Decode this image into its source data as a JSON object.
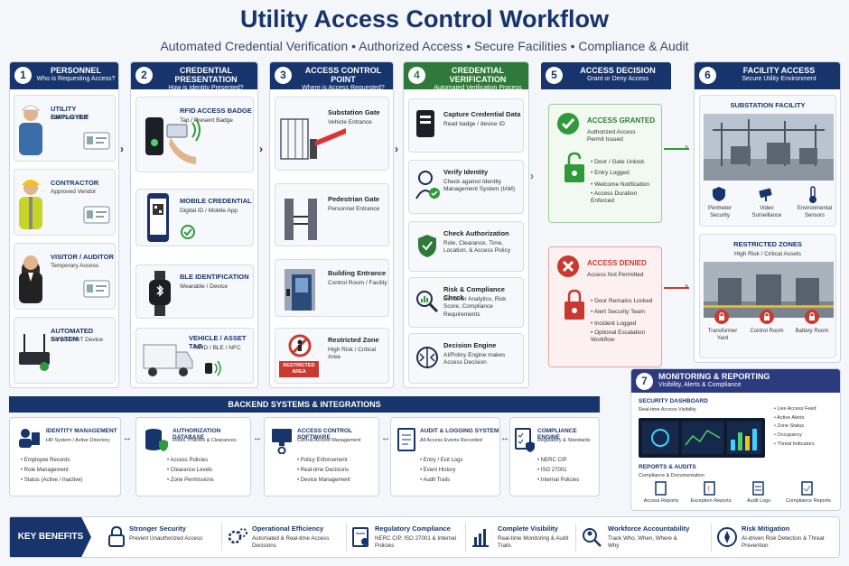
{
  "title": "Utility Access Control Workflow",
  "subtitle": "Automated Credential Verification • Authorized Access • Secure Facilities • Compliance & Audit",
  "cols": [
    {
      "num": "1",
      "title": "PERSONNEL",
      "sub": "Who is Requesting Access?"
    },
    {
      "num": "2",
      "title": "CREDENTIAL PRESENTATION",
      "sub": "How is Identity Presented?"
    },
    {
      "num": "3",
      "title": "ACCESS CONTROL POINT",
      "sub": "Where is Access Requested?"
    },
    {
      "num": "4",
      "title": "CREDENTIAL VERIFICATION",
      "sub": "Automated Verification Process"
    },
    {
      "num": "5",
      "title": "ACCESS DECISION",
      "sub": "Grant or Deny Access"
    },
    {
      "num": "6",
      "title": "FACILITY ACCESS",
      "sub": "Secure Utility Environment"
    }
  ],
  "personnel": [
    {
      "title": "UTILITY EMPLOYEE",
      "sub": "Full-Time Staff"
    },
    {
      "title": "CONTRACTOR",
      "sub": "Approved Vendor"
    },
    {
      "title": "VISITOR / AUDITOR",
      "sub": "Temporary Access"
    },
    {
      "title": "AUTOMATED SYSTEM",
      "sub": "Service / IoT Device"
    }
  ],
  "credentials": [
    {
      "title": "RFID ACCESS BADGE",
      "sub": "Tap / Present Badge"
    },
    {
      "title": "MOBILE CREDENTIAL",
      "sub": "Digital ID / Mobile App"
    },
    {
      "title": "BLE IDENTIFICATION",
      "sub": "Wearable / Device"
    },
    {
      "title": "VEHICLE / ASSET TAG",
      "sub": "RFID / BLE / NFC"
    }
  ],
  "points": [
    {
      "title": "Substation Gate",
      "sub": "Vehicle Entrance"
    },
    {
      "title": "Pedestrian Gate",
      "sub": "Personnel Entrance"
    },
    {
      "title": "Building Entrance",
      "sub": "Control Room / Facility"
    },
    {
      "title": "Restricted Zone",
      "sub": "High Risk / Critical Area",
      "badge": "RESTRICTED AREA"
    }
  ],
  "verify": [
    {
      "title": "Capture Credential Data",
      "sub": "Read badge / device ID"
    },
    {
      "title": "Verify Identity",
      "sub": "Check against Identity Management System (IAM)"
    },
    {
      "title": "Check Authorization",
      "sub": "Role, Clearance, Time, Location, & Access Policy"
    },
    {
      "title": "Risk & Compliance Check",
      "sub": "Behavior Analytics, Risk Score, Compliance Requirements"
    },
    {
      "title": "Decision Engine",
      "sub": "AI/Policy Engine makes Access Decision"
    }
  ],
  "granted": {
    "title": "ACCESS GRANTED",
    "sub": "Authorized Access Permit Issued",
    "items": [
      "Door / Gate Unlock",
      "Entry Logged",
      "Welcome Notification",
      "Access Duration Enforced"
    ]
  },
  "denied": {
    "title": "ACCESS DENIED",
    "sub": "Access Not Permitted",
    "items": [
      "Door Remains Locked",
      "Alert Security Team",
      "Incident Logged",
      "Optional Escalation Workflow"
    ]
  },
  "facility": {
    "substation": "SUBSTATION FACILITY",
    "sub_icons": [
      "Perimeter Security",
      "Video Surveillance",
      "Environmental Sensors"
    ],
    "restricted": "RESTRICTED ZONES",
    "restricted_sub": "High Risk / Critical Assets",
    "zone_icons": [
      "Transformer Yard",
      "Control Room",
      "Battery Room"
    ]
  },
  "backend": {
    "title": "BACKEND SYSTEMS & INTEGRATIONS",
    "boxes": [
      {
        "title": "IDENTITY MANAGEMENT",
        "sub": "HR System / Active Directory",
        "items": [
          "Employee Records",
          "Role Management",
          "Status (Active / Inactive)"
        ]
      },
      {
        "title": "AUTHORIZATION DATABASE",
        "sub": "Roles, Policies & Clearances",
        "items": [
          "Access Policies",
          "Clearance Levels",
          "Zone Permissions"
        ]
      },
      {
        "title": "ACCESS CONTROL SOFTWARE",
        "sub": "Central Access Management",
        "items": [
          "Policy Enforcement",
          "Real-time Decisions",
          "Device Management"
        ]
      },
      {
        "title": "AUDIT & LOGGING SYSTEM",
        "sub": "All Access Events Recorded",
        "items": [
          "Entry / Exit Logs",
          "Event History",
          "Audit Trails"
        ]
      },
      {
        "title": "COMPLIANCE ENGINE",
        "sub": "Regulatory & Standards",
        "items": [
          "NERC CIP",
          "ISO 27001",
          "Internal Policies"
        ]
      }
    ]
  },
  "monitor": {
    "num": "7",
    "title": "MONITORING & REPORTING",
    "sub": "Visibility, Alerts & Compliance",
    "dash": "SECURITY DASHBOARD",
    "dash_sub": "Real-time Access Visibility",
    "dash_items": [
      "Live Access Feed",
      "Active Alerts",
      "Zone Status",
      "Occupancy",
      "Threat Indicators"
    ],
    "reports": "REPORTS & AUDITS",
    "reports_sub": "Compliance & Documentation",
    "report_items": [
      "Access Reports",
      "Exception Reports",
      "Audit Logs",
      "Compliance Reports"
    ]
  },
  "benefits": {
    "label": "KEY BENEFITS",
    "items": [
      {
        "title": "Stronger Security",
        "sub": "Prevent Unauthorized Access"
      },
      {
        "title": "Operational Efficiency",
        "sub": "Automated & Real-time Access Decisions"
      },
      {
        "title": "Regulatory Compliance",
        "sub": "NERC CIP, ISO 27001 & Internal Policies"
      },
      {
        "title": "Complete Visibility",
        "sub": "Real-time Monitoring & Audit Trails"
      },
      {
        "title": "Workforce Accountability",
        "sub": "Track Who, When, Where & Why"
      },
      {
        "title": "Risk Mitigation",
        "sub": "AI-driven Risk Detection & Threat Prevention"
      }
    ]
  },
  "colors": {
    "navy": "#17356c",
    "green": "#2f7a3a",
    "red": "#c83a30",
    "purple": "#2c3a80"
  }
}
